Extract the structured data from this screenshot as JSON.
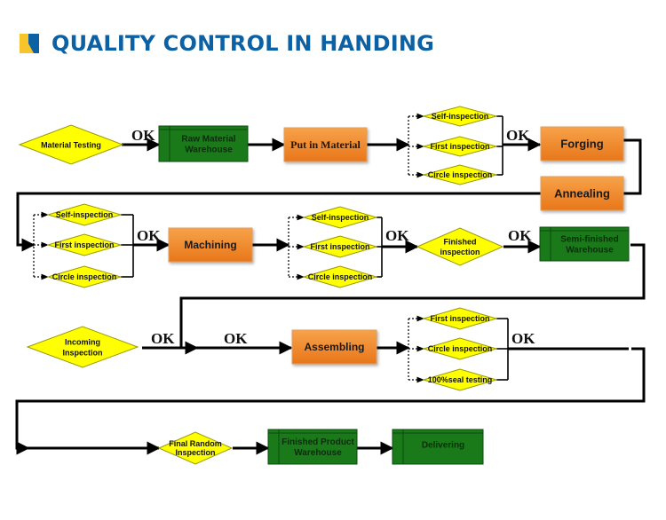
{
  "header": {
    "title": "QUALITY CONTROL IN HANDING",
    "logo_colors": {
      "yellow": "#f7c42b",
      "blue": "#0b61a4"
    }
  },
  "colors": {
    "process_box": "#f08a24",
    "warehouse_box": "#1a7a1a",
    "decision": "#ffff00",
    "line": "#000000"
  },
  "ok_label": "OK",
  "nodes": {
    "material_testing": "Material Testing",
    "raw_material_warehouse": [
      "Raw Material",
      "Warehouse"
    ],
    "put_in_material": "Put  in Material",
    "row1_checks": [
      "Self-inspection",
      "First inspection",
      "Circle inspection"
    ],
    "forging": "Forging",
    "annealing": "Annealing",
    "row2_checks_a": [
      "Self-inspection",
      "First inspection",
      "Circle inspection"
    ],
    "machining": "Machining",
    "row2_checks_b": [
      "Self-inspection",
      "First inspection",
      "Circle inspection"
    ],
    "finished_inspection": [
      "Finished",
      "inspection"
    ],
    "semi_finished_warehouse": [
      "Semi-finished",
      "Warehouse"
    ],
    "incoming_inspection": [
      "Incoming",
      "Inspection"
    ],
    "assembling": "Assembling",
    "row3_checks": [
      "First inspection",
      "Circle inspection",
      "100%seal  testing"
    ],
    "final_random_inspection": [
      "Final Random",
      "Inspection"
    ],
    "finished_product_warehouse": [
      "Finished Product",
      "Warehouse"
    ],
    "delivering": "Delivering"
  }
}
